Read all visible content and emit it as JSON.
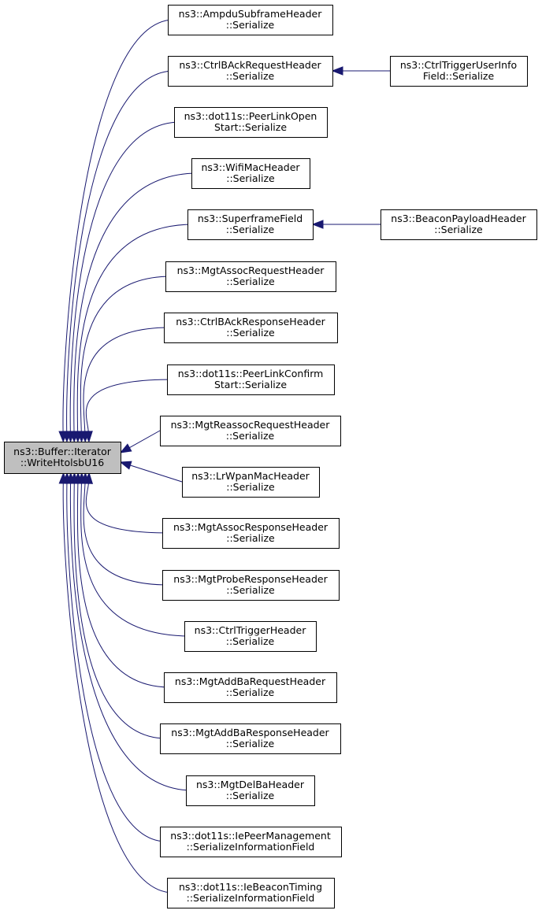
{
  "root": {
    "id": "root",
    "line1": "ns3::Buffer::Iterator",
    "line2": "::WriteHtolsbU16"
  },
  "nodes": [
    {
      "id": "n1",
      "line1": "ns3::AmpduSubframeHeader",
      "line2": "::Serialize"
    },
    {
      "id": "n2",
      "line1": "ns3::CtrlBAckRequestHeader",
      "line2": "::Serialize"
    },
    {
      "id": "n2b",
      "line1": "ns3::CtrlTriggerUserInfo",
      "line2": "Field::Serialize"
    },
    {
      "id": "n3",
      "line1": "ns3::dot11s::PeerLinkOpen",
      "line2": "Start::Serialize"
    },
    {
      "id": "n4",
      "line1": "ns3::WifiMacHeader",
      "line2": "::Serialize"
    },
    {
      "id": "n5",
      "line1": "ns3::SuperframeField",
      "line2": "::Serialize"
    },
    {
      "id": "n5b",
      "line1": "ns3::BeaconPayloadHeader",
      "line2": "::Serialize"
    },
    {
      "id": "n6",
      "line1": "ns3::MgtAssocRequestHeader",
      "line2": "::Serialize"
    },
    {
      "id": "n7",
      "line1": "ns3::CtrlBAckResponseHeader",
      "line2": "::Serialize"
    },
    {
      "id": "n8",
      "line1": "ns3::dot11s::PeerLinkConfirm",
      "line2": "Start::Serialize"
    },
    {
      "id": "n9",
      "line1": "ns3::MgtReassocRequestHeader",
      "line2": "::Serialize"
    },
    {
      "id": "n10",
      "line1": "ns3::LrWpanMacHeader",
      "line2": "::Serialize"
    },
    {
      "id": "n11",
      "line1": "ns3::MgtAssocResponseHeader",
      "line2": "::Serialize"
    },
    {
      "id": "n12",
      "line1": "ns3::MgtProbeResponseHeader",
      "line2": "::Serialize"
    },
    {
      "id": "n13",
      "line1": "ns3::CtrlTriggerHeader",
      "line2": "::Serialize"
    },
    {
      "id": "n14",
      "line1": "ns3::MgtAddBaRequestHeader",
      "line2": "::Serialize"
    },
    {
      "id": "n15",
      "line1": "ns3::MgtAddBaResponseHeader",
      "line2": "::Serialize"
    },
    {
      "id": "n16",
      "line1": "ns3::MgtDelBaHeader",
      "line2": "::Serialize"
    },
    {
      "id": "n17",
      "line1": "ns3::dot11s::IePeerManagement",
      "line2": "::SerializeInformationField"
    },
    {
      "id": "n18",
      "line1": "ns3::dot11s::IeBeaconTiming",
      "line2": "::SerializeInformationField"
    }
  ],
  "edges": [
    {
      "from": "n1",
      "to": "root"
    },
    {
      "from": "n2",
      "to": "root"
    },
    {
      "from": "n2b",
      "to": "n2"
    },
    {
      "from": "n3",
      "to": "root"
    },
    {
      "from": "n4",
      "to": "root"
    },
    {
      "from": "n5",
      "to": "root"
    },
    {
      "from": "n5b",
      "to": "n5"
    },
    {
      "from": "n6",
      "to": "root"
    },
    {
      "from": "n7",
      "to": "root"
    },
    {
      "from": "n8",
      "to": "root"
    },
    {
      "from": "n9",
      "to": "root"
    },
    {
      "from": "n10",
      "to": "root"
    },
    {
      "from": "n11",
      "to": "root"
    },
    {
      "from": "n12",
      "to": "root"
    },
    {
      "from": "n13",
      "to": "root"
    },
    {
      "from": "n14",
      "to": "root"
    },
    {
      "from": "n15",
      "to": "root"
    },
    {
      "from": "n16",
      "to": "root"
    },
    {
      "from": "n17",
      "to": "root"
    },
    {
      "from": "n18",
      "to": "root"
    }
  ],
  "colors": {
    "edge": "#191970",
    "root_fill": "#bfbfbf",
    "node_fill": "#ffffff",
    "border": "#000000"
  }
}
